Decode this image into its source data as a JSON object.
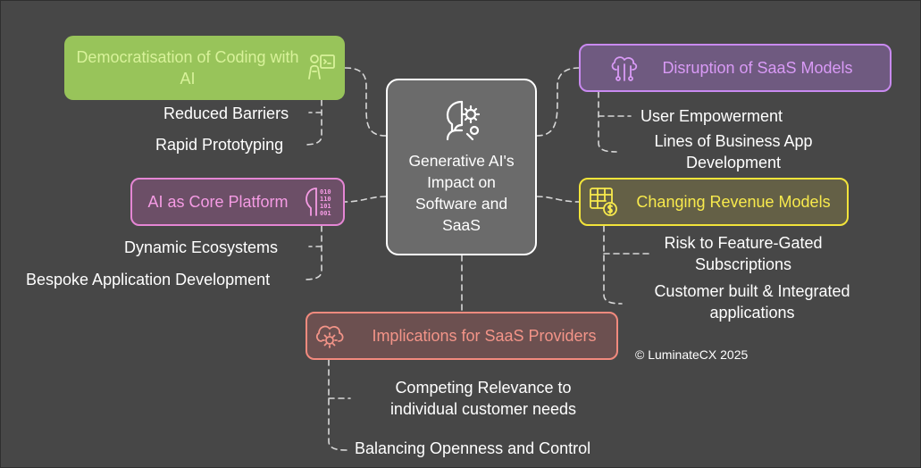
{
  "center": {
    "title": "Generative AI's Impact on Software and SaaS"
  },
  "branches": {
    "democratisation": {
      "title": "Democratisation of Coding with AI",
      "icon": "person-code-icon",
      "color": "#98c45a",
      "items": [
        "Reduced Barriers",
        "Rapid Prototyping"
      ]
    },
    "core_platform": {
      "title": "AI as Core Platform",
      "icon": "binary-head-icon",
      "color": "#e586d4",
      "items": [
        "Dynamic Ecosystems",
        "Bespoke Application Development"
      ]
    },
    "disruption": {
      "title": "Disruption of SaaS Models",
      "icon": "cloud-network-icon",
      "color": "#c98af0",
      "items": [
        "User Empowerment",
        "Lines of Business App Development"
      ]
    },
    "revenue": {
      "title": "Changing Revenue Models",
      "icon": "table-dollar-icon",
      "color": "#f2e43a",
      "items": [
        "Risk to Feature-Gated Subscriptions",
        "Customer built & Integrated applications"
      ]
    },
    "implications": {
      "title": "Implications for SaaS Providers",
      "icon": "cloud-gear-icon",
      "color": "#f28a7e",
      "items": [
        "Competing Relevance to individual customer needs",
        "Balancing Openness and Control"
      ]
    }
  },
  "copyright": "© LuminateCX 2025"
}
